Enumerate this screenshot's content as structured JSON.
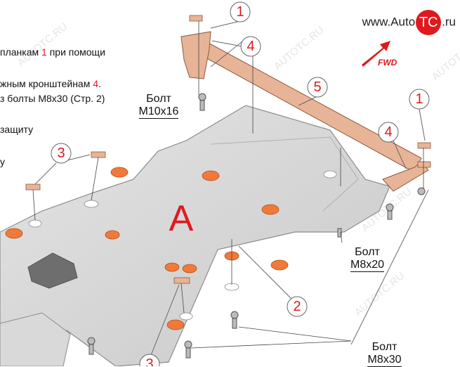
{
  "instructions": [
    {
      "before": "планкам ",
      "highlight": "1",
      "after": " при помощи"
    },
    {
      "before": "жным кронштейнам ",
      "highlight": "4",
      "after": "."
    },
    {
      "before": "з болты М8х30 (Стр. 2)",
      "highlight": "",
      "after": ""
    },
    {
      "before": "защиту",
      "highlight": "",
      "after": ""
    },
    {
      "before": "у",
      "highlight": "",
      "after": ""
    }
  ],
  "logo": {
    "prefix": "www.Auto",
    "tc": "TC",
    "suffix": ".ru"
  },
  "fwd_label": "FWD",
  "plate_label": "A",
  "watermark": "AUTOTC.RU",
  "bolts": {
    "m10": {
      "label": "Болт",
      "size": "М10х16"
    },
    "m8x20": {
      "label": "Болт",
      "size": "М8х20"
    },
    "m8x30": {
      "label": "Болт",
      "size": "М8х30"
    }
  },
  "callouts": [
    "1",
    "4",
    "5",
    "1",
    "4",
    "3",
    "2",
    "3"
  ],
  "colors": {
    "accent": "#e0191e",
    "plate": "#d7d7d7",
    "bracket": "#e8b497",
    "pad": "#f07a3a"
  }
}
